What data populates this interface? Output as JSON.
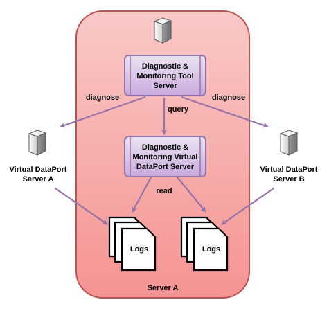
{
  "colors": {
    "container_fill_top": "#f8c9c7",
    "container_fill_bottom": "#f59393",
    "container_stroke": "#b85450",
    "process_fill_top": "#ece4f2",
    "process_fill_bottom": "#c8a9dd",
    "process_stroke": "#9673a6",
    "arrow": "#9673a6"
  },
  "container": {
    "label": "Server A"
  },
  "nodes": {
    "monitoring_tool": {
      "lines": [
        "Diagnostic &",
        "Monitoring Tool",
        "Server"
      ]
    },
    "monitoring_vdp": {
      "lines": [
        "Diagnostic &",
        "Monitoring Virtual",
        "DataPort Server"
      ]
    },
    "vdp_a": {
      "lines": [
        "Virtual DataPort",
        "Server A"
      ]
    },
    "vdp_b": {
      "lines": [
        "Virtual DataPort",
        "Server B"
      ]
    },
    "logs_left": {
      "label": "Logs"
    },
    "logs_right": {
      "label": "Logs"
    }
  },
  "edges": {
    "diagnose_left": "diagnose",
    "diagnose_right": "diagnose",
    "query": "query",
    "read": "read"
  },
  "icons": {
    "server": "server-tower-icon",
    "document_stack": "document-stack-icon"
  }
}
